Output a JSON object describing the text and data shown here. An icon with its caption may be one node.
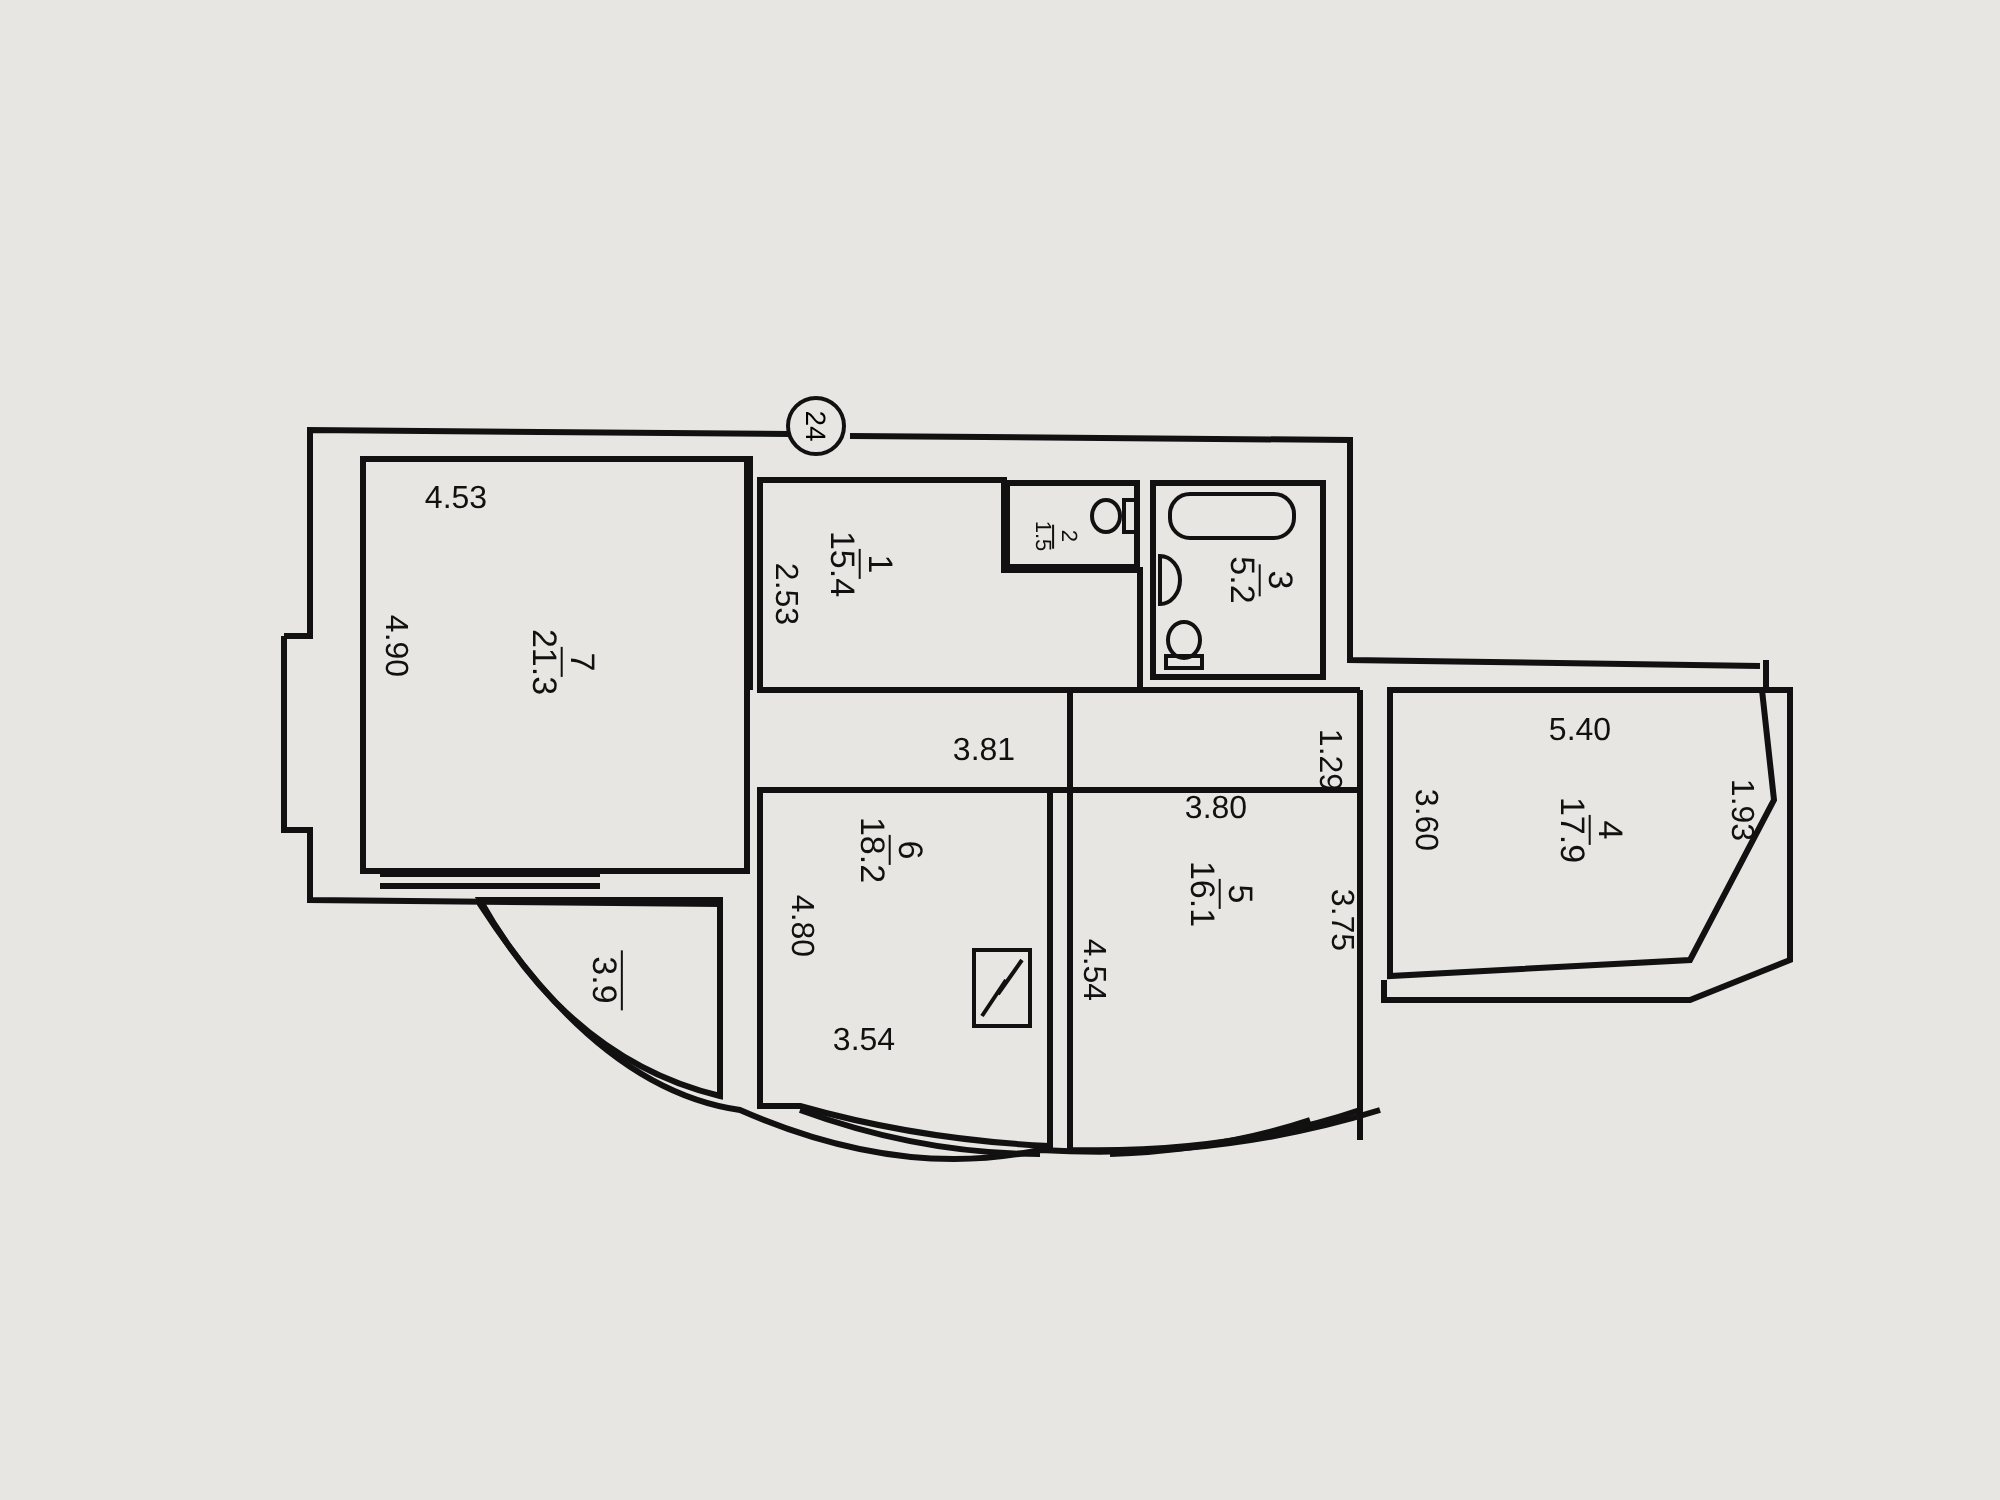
{
  "diagram": {
    "nodes": [
      {
        "text": [
          "24"
        ]
      },
      {
        "text": [
          "7",
          "21.3"
        ]
      },
      {
        "text": [
          "1",
          "15.4"
        ]
      },
      {
        "text": [
          "2",
          "1.5"
        ]
      },
      {
        "text": [
          "3",
          "5.2"
        ]
      },
      {
        "text": [
          "4",
          "17.9"
        ]
      },
      {
        "text": [
          "6",
          "18.2"
        ]
      },
      {
        "text": [
          "5",
          "16.1"
        ]
      },
      {
        "text": [
          "3.9"
        ]
      }
    ],
    "labels": [
      "4.53",
      "2.53",
      "4.90",
      "1.29",
      "5.40",
      "1.93",
      "3.81",
      "3.80",
      "3.60",
      "3.75",
      "4.80",
      "4.54",
      "3.54"
    ]
  }
}
